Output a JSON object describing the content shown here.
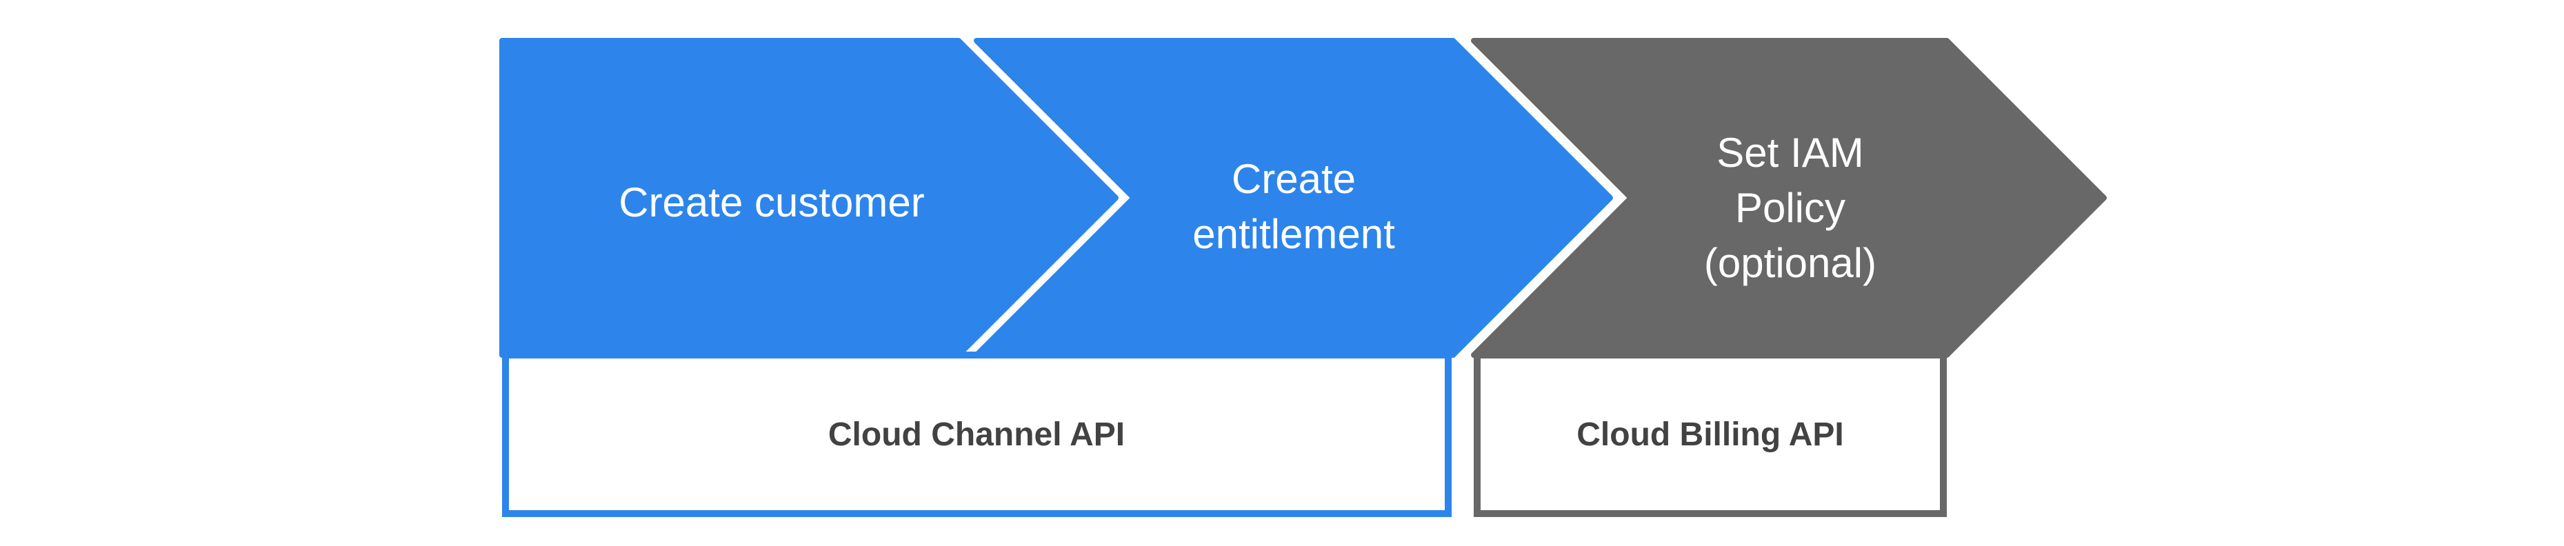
{
  "diagram": {
    "background_color": "#ffffff",
    "steps": [
      {
        "id": "create-customer",
        "label": "Create customer",
        "fill": "#2D85EB",
        "text_color": "#ffffff"
      },
      {
        "id": "create-entitlement",
        "label": "Create\nentitlement",
        "fill": "#2D85EB",
        "text_color": "#ffffff"
      },
      {
        "id": "set-iam-policy",
        "label": "Set IAM\nPolicy\n(optional)",
        "fill": "#686868",
        "text_color": "#ffffff"
      }
    ],
    "api_boxes": [
      {
        "id": "cloud-channel-api",
        "label": "Cloud Channel API",
        "border_color": "#2D85EB",
        "fill_color": "#ffffff",
        "text_color": "#424242"
      },
      {
        "id": "cloud-billing-api",
        "label": "Cloud Billing API",
        "border_color": "#686868",
        "fill_color": "#ffffff",
        "text_color": "#424242"
      }
    ]
  }
}
